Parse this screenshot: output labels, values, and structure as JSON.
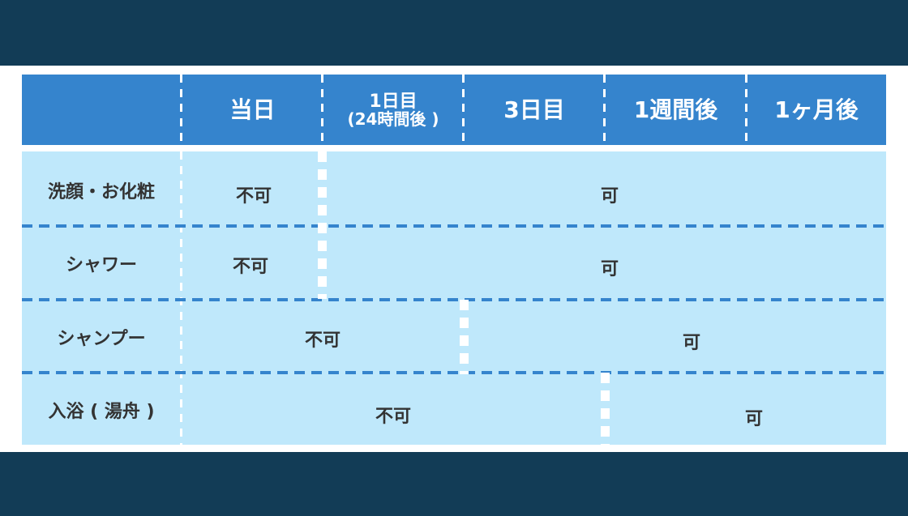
{
  "table": {
    "header": {
      "col1": "当日",
      "col2_line1": "1日目",
      "col2_line2": "(24時間後 )",
      "col3": "3日目",
      "col4": "1週間後",
      "col5": "1ヶ月後"
    },
    "rows": [
      {
        "label": "洗顔・お化粧",
        "not_allowed": "不可",
        "allowed": "可"
      },
      {
        "label": "シャワー",
        "not_allowed": "不可",
        "allowed": "可"
      },
      {
        "label": "シャンプー",
        "not_allowed": "不可",
        "allowed": "可"
      },
      {
        "label": "入浴 ( 湯舟 )",
        "not_allowed": "不可",
        "allowed": "可"
      }
    ]
  },
  "colors": {
    "band": "#123c56",
    "header_bg": "#3584cd",
    "body_bg": "#bfe8fb",
    "separator": "#3584cd",
    "text": "#333333"
  }
}
